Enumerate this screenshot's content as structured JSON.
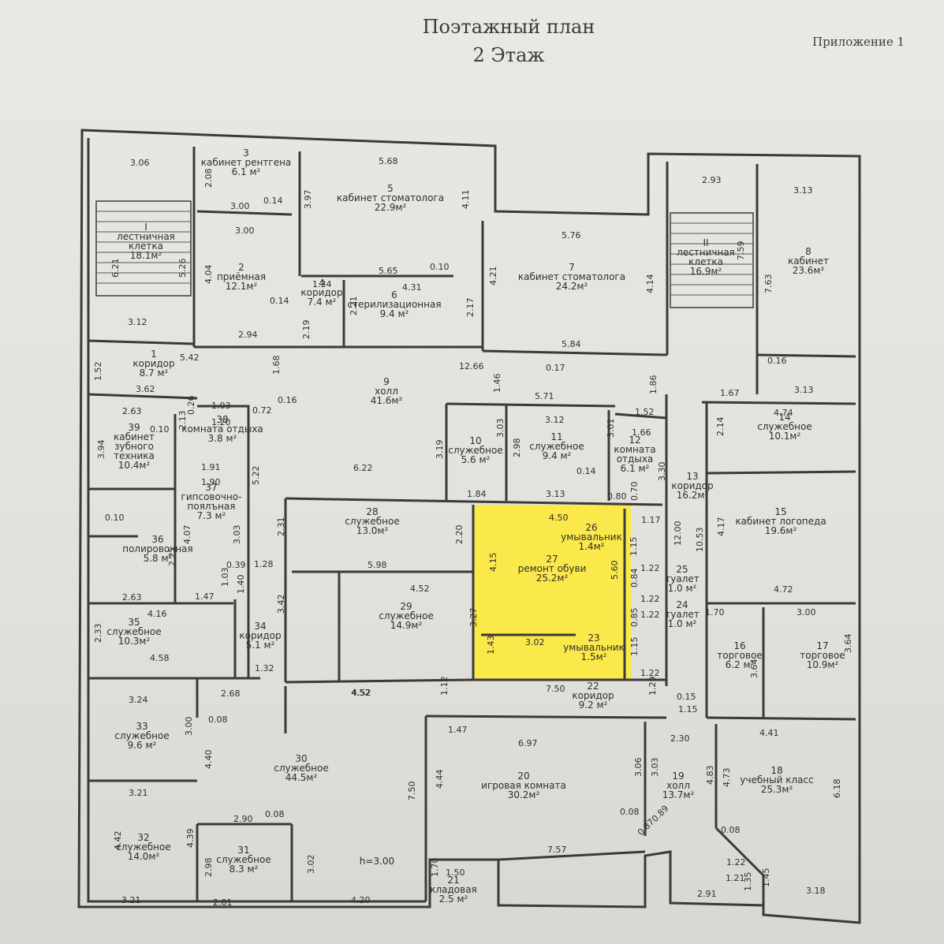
{
  "header": {
    "title_line1": "Поэтажный план",
    "title_line2": "2 Этаж",
    "appendix": "Приложение 1"
  },
  "highlight_color": "#fbe84a",
  "rooms": [
    {
      "num": "I",
      "name": "лестничная",
      "name2": "клетка",
      "area": "18.1м²"
    },
    {
      "num": "2",
      "name": "приёмная",
      "area": "12.1м²"
    },
    {
      "num": "3",
      "name": "кабинет рентгена",
      "area": "6.1 м²"
    },
    {
      "num": "4",
      "name": "коридор",
      "area": "7.4 м²"
    },
    {
      "num": "5",
      "name": "кабинет стоматолога",
      "area": "22.9м²"
    },
    {
      "num": "6",
      "name": "стерилизационная",
      "area": "9.4 м²"
    },
    {
      "num": "7",
      "name": "кабинет стоматолога",
      "area": "24.2м²"
    },
    {
      "num": "II",
      "name": "лестничная",
      "name2": "клетка",
      "area": "16.9м²"
    },
    {
      "num": "8",
      "name": "кабинет",
      "area": "23.6м²"
    },
    {
      "num": "1",
      "name": "коридор",
      "area": "8.7 м²"
    },
    {
      "num": "9",
      "name": "холл",
      "area": "41.6м²"
    },
    {
      "num": "39",
      "name": "кабинет",
      "name2": "зубного",
      "name3": "техника",
      "area": "10.4м²"
    },
    {
      "num": "38",
      "name": "комната отдыха",
      "area": "3.8 м²"
    },
    {
      "num": "37",
      "name": "гипсовочно-",
      "name2": "поялъная",
      "area": "7.3 м²"
    },
    {
      "num": "36",
      "name": "полировочная",
      "area": "5.8 м²"
    },
    {
      "num": "10",
      "name": "служебное",
      "area": "5.6 м²"
    },
    {
      "num": "11",
      "name": "служебное",
      "area": "9.4 м²"
    },
    {
      "num": "12",
      "name": "комната",
      "name2": "отдыха",
      "area": "6.1 м²"
    },
    {
      "num": "14",
      "name": "служебное",
      "area": "10.1м²"
    },
    {
      "num": "13",
      "name": "коридор",
      "area": "16.2м²"
    },
    {
      "num": "15",
      "name": "кабинет логопеда",
      "area": "19.6м²"
    },
    {
      "num": "28",
      "name": "служебное",
      "area": "13.0м²"
    },
    {
      "num": "26",
      "name": "умывальник",
      "area": "1.4м²"
    },
    {
      "num": "27",
      "name": "ремонт обуви",
      "area": "25.2м²"
    },
    {
      "num": "25",
      "name": "туалет",
      "area": "1.0 м²"
    },
    {
      "num": "24",
      "name": "туалет",
      "area": "1.0 м²"
    },
    {
      "num": "29",
      "name": "служебное",
      "area": "14.9м²"
    },
    {
      "num": "23",
      "name": "умывальник",
      "area": "1.5м²"
    },
    {
      "num": "35",
      "name": "служебное",
      "area": "10.3м²"
    },
    {
      "num": "34",
      "name": "коридор",
      "area": "5.1 м²"
    },
    {
      "num": "16",
      "name": "торговое",
      "area": "6.2 м²"
    },
    {
      "num": "17",
      "name": "торговое",
      "area": "10.9м²"
    },
    {
      "num": "22",
      "name": "коридор",
      "area": "9.2 м²"
    },
    {
      "num": "33",
      "name": "служебное",
      "area": "9.6 м²"
    },
    {
      "num": "30",
      "name": "служебное",
      "area": "44.5м²"
    },
    {
      "num": "20",
      "name": "игровая комната",
      "area": "30.2м²"
    },
    {
      "num": "19",
      "name": "холл",
      "area": "13.7м²"
    },
    {
      "num": "18",
      "name": "учебный класс",
      "area": "25.3м²"
    },
    {
      "num": "32",
      "name": "служебное",
      "area": "14.0м²"
    },
    {
      "num": "31",
      "name": "служебное",
      "area": "8.3 м²"
    },
    {
      "num": "21",
      "name": "кладовая",
      "area": "2.5 м²"
    }
  ],
  "height_label": "h=3.00",
  "dimensions": [
    "3.06",
    "2.08",
    "3.00",
    "0.14",
    "3.00",
    "3.97",
    "5.68",
    "4.11",
    "5.76",
    "2.93",
    "3.13",
    "6.21",
    "5.26",
    "4.04",
    "5.65",
    "0.10",
    "1.34",
    "4.31",
    "0.14",
    "2.21",
    "2.17",
    "4.21",
    "4.14",
    "7.59",
    "7.63",
    "3.12",
    "2.94",
    "2.19",
    "5.42",
    "1.68",
    "12.66",
    "1.46",
    "0.17",
    "5.84",
    "1.86",
    "0.16",
    "1.52",
    "3.62",
    "0.72",
    "0.16",
    "5.71",
    "1.67",
    "3.13",
    "2.63",
    "0.26",
    "1.03",
    "2.13",
    "1.20",
    "0.10",
    "3.12",
    "1.52",
    "4.74",
    "3.94",
    "1.91",
    "5.22",
    "3.19",
    "3.03",
    "2.98",
    "3.01",
    "1.66",
    "2.14",
    "1.90",
    "0.14",
    "3.30",
    "6.22",
    "1.84",
    "3.13",
    "0.80",
    "0.70",
    "0.10",
    "2.31",
    "4.07",
    "3.03",
    "4.50",
    "2.20",
    "1.17",
    "12.00",
    "10.53",
    "4.17",
    "2.25",
    "0.39",
    "1.28",
    "5.98",
    "4.15",
    "5.60",
    "1.15",
    "1.22",
    "2.63",
    "1.47",
    "1.03",
    "1.40",
    "3.42",
    "4.52",
    "0.84",
    "1.22",
    "4.72",
    "4.16",
    "1.70",
    "3.00",
    "2.33",
    "4.58",
    "3.27",
    "0.85",
    "1.22",
    "3.64",
    "3.02",
    "1.43",
    "1.15",
    "3.64",
    "1.32",
    "4.52",
    "1.22",
    "2.68",
    "4.52",
    "1.12",
    "7.50",
    "1.29",
    "0.15",
    "3.24",
    "1.15",
    "0.08",
    "3.00",
    "1.47",
    "2.30",
    "4.41",
    "6.97",
    "4.40",
    "3.06",
    "3.03",
    "4.83",
    "4.73",
    "7.50",
    "4.44",
    "6.18",
    "3.21",
    "0.08",
    "0.89",
    "0.87",
    "0.08",
    "2.90",
    "0.08",
    "4.42",
    "4.39",
    "7.57",
    "1.22",
    "2.98",
    "3.02",
    "1.70",
    "1.50",
    "1.21",
    "1.45",
    "1.35",
    "3.21",
    "2.81",
    "4.20",
    "2.91",
    "3.18"
  ]
}
